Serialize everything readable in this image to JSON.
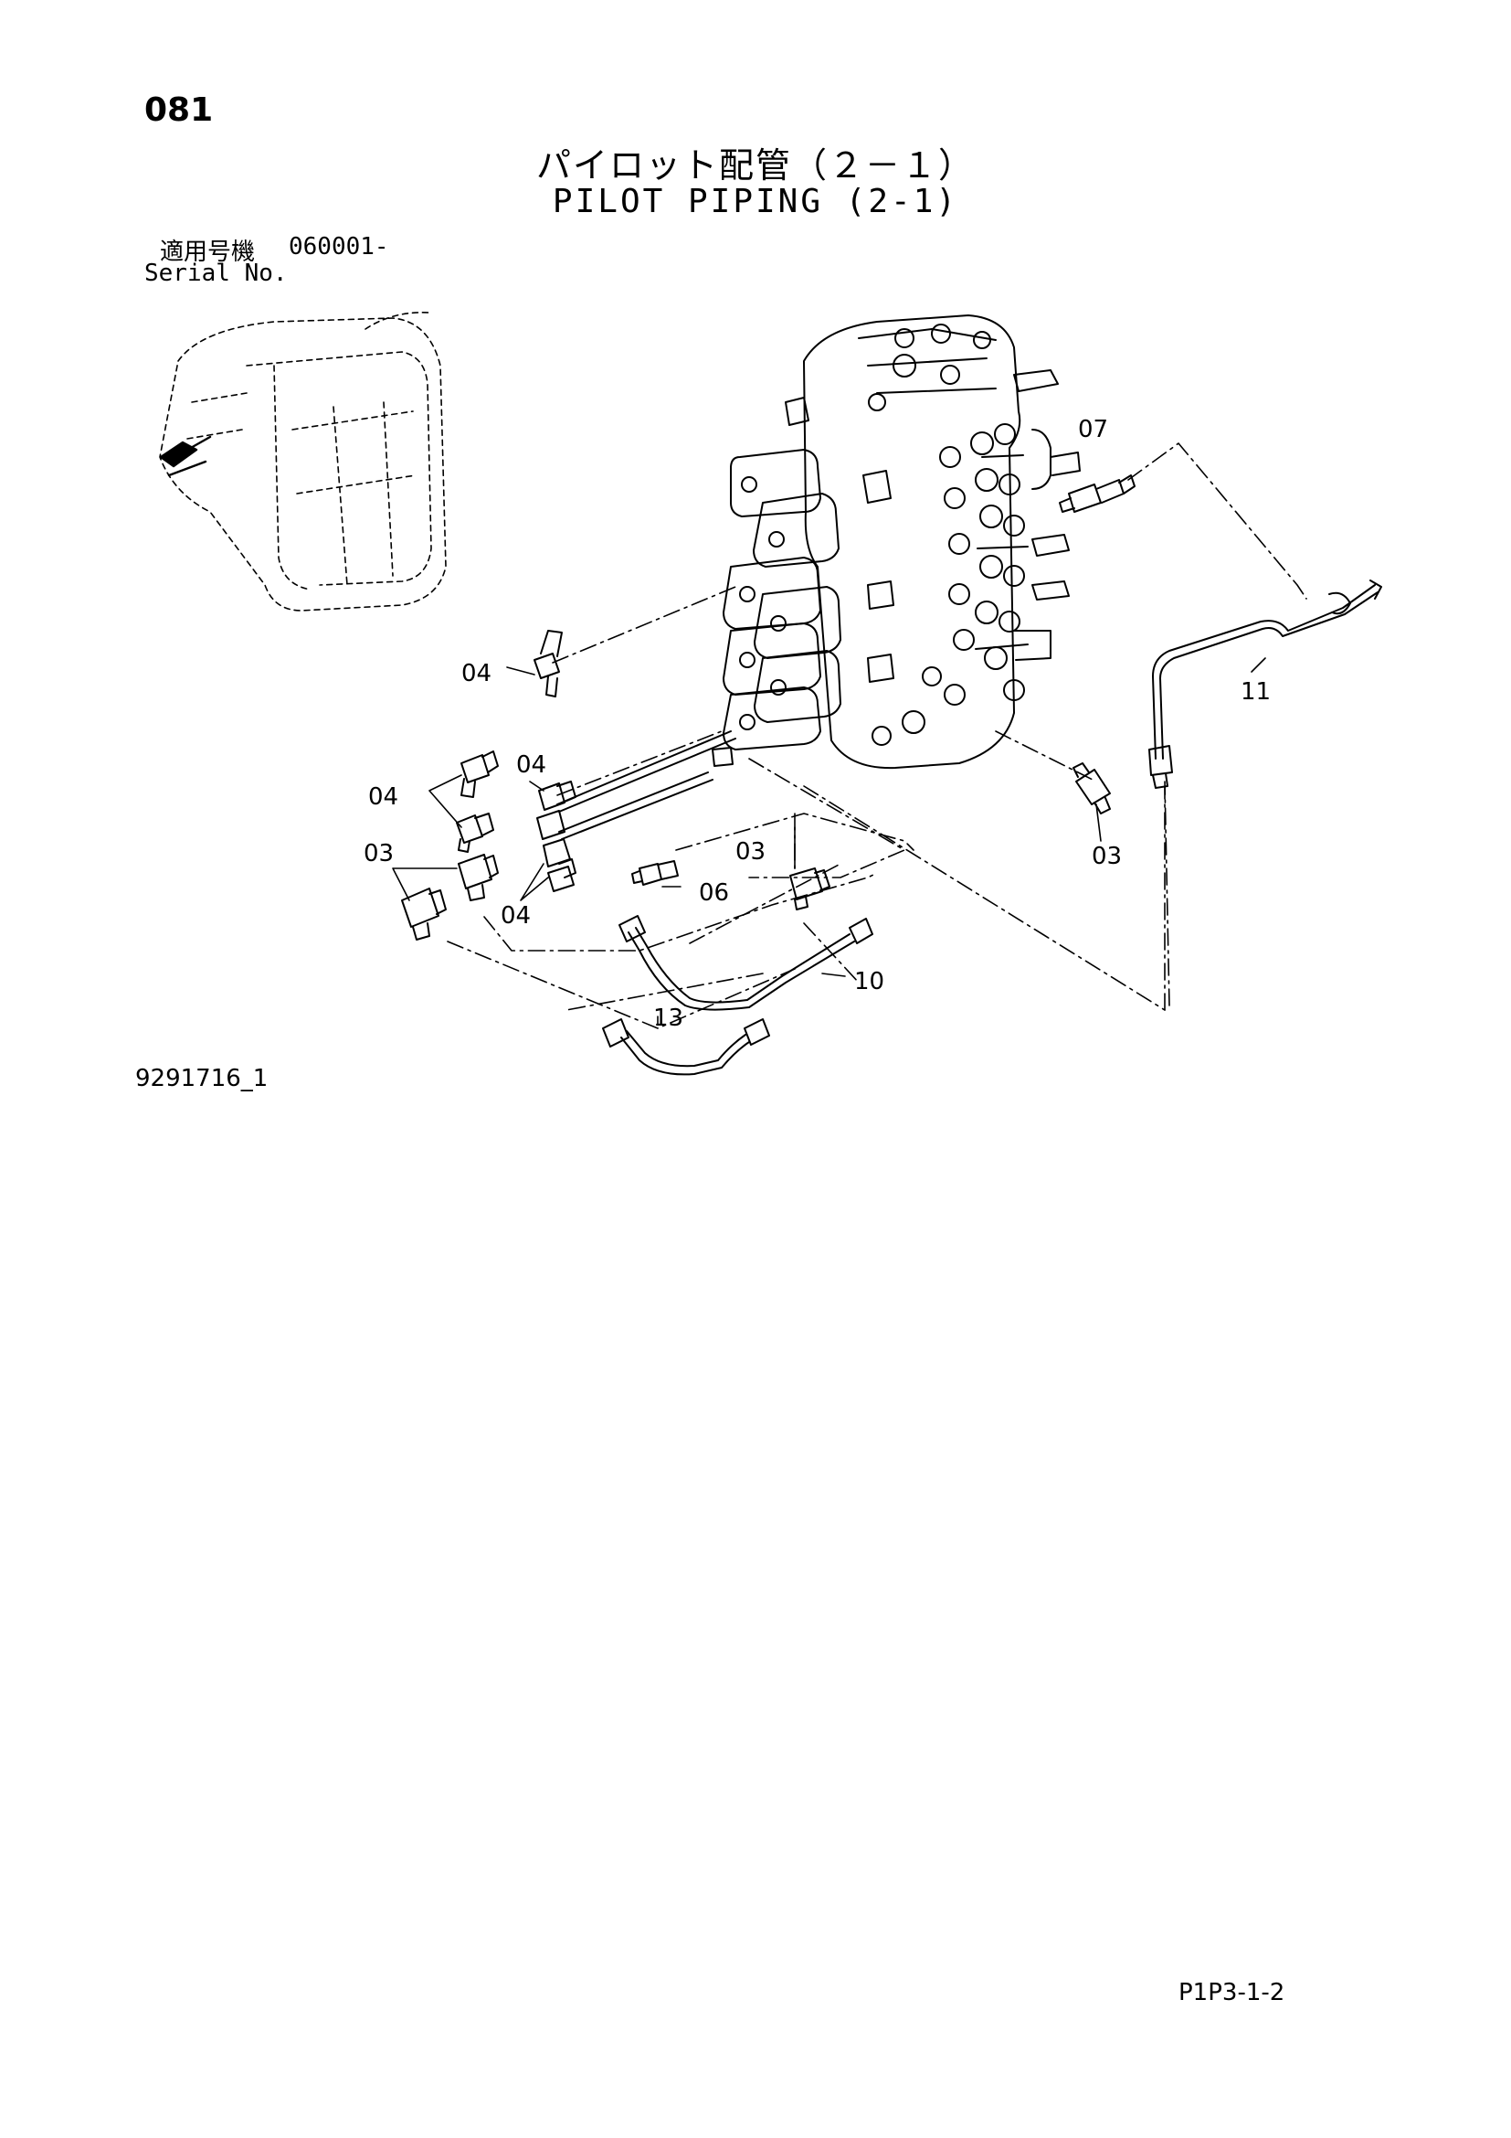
{
  "page_number": "081",
  "title_jp": "パイロット配管（２－１）",
  "title_en": "PILOT PIPING (2-1)",
  "serial": {
    "label_jp": "適用号機",
    "value": "060001-",
    "label_en": "Serial No."
  },
  "callouts": [
    "07",
    "04",
    "11",
    "04",
    "04",
    "03",
    "03",
    "03",
    "06",
    "04",
    "10",
    "13"
  ],
  "figure_id": "9291716_1",
  "page_code": "P1P3-1-2"
}
